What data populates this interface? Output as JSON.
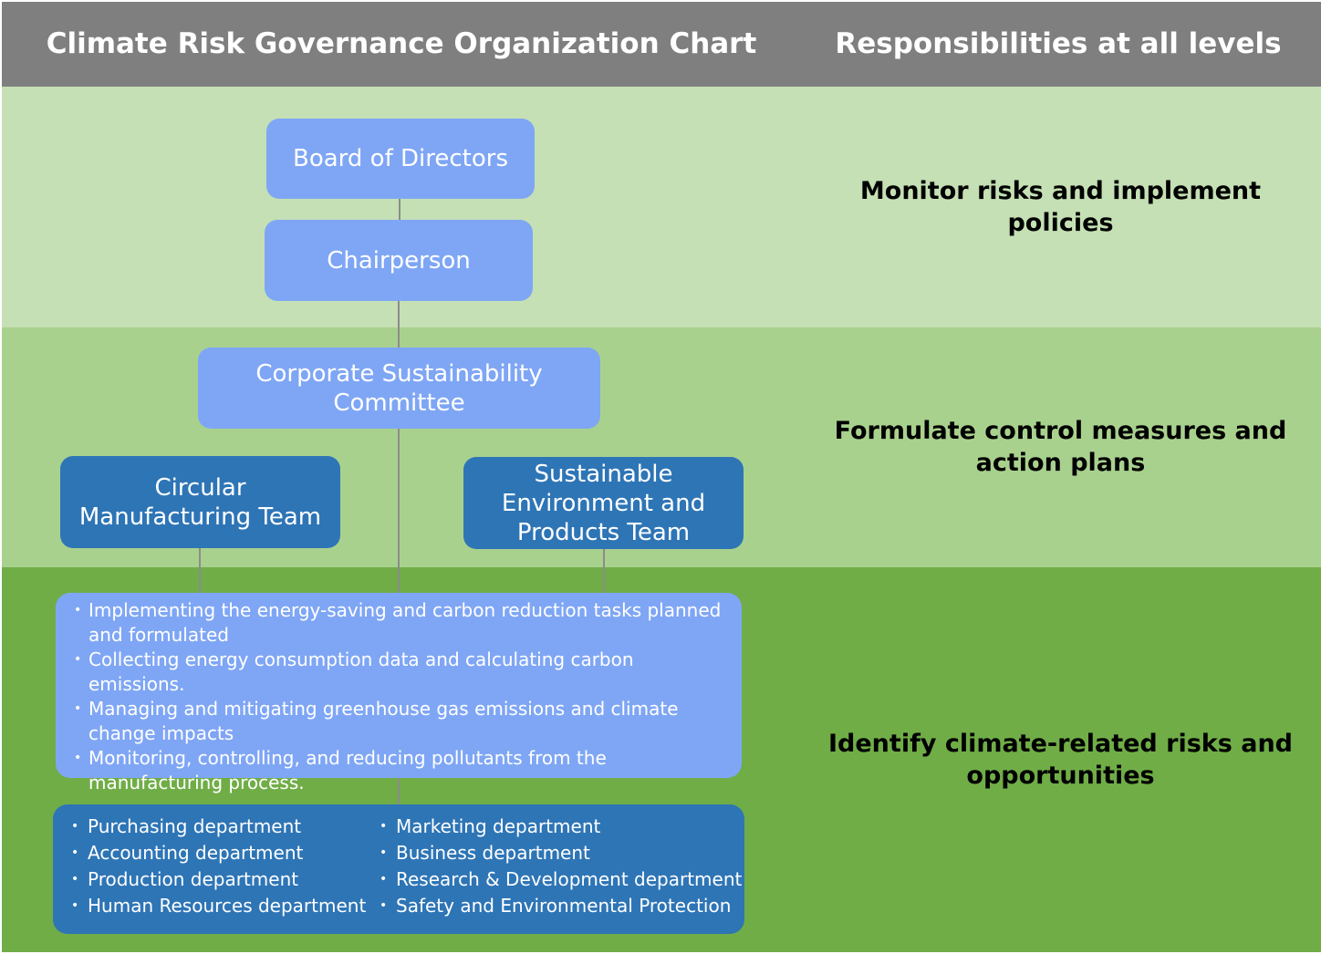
{
  "header": {
    "chart_title": "Climate Risk Governance Organization Chart",
    "responsibilities_title": "Responsibilities at all levels"
  },
  "nodes": {
    "board": "Board of Directors",
    "chair": "Chairperson",
    "committee": "Corporate Sustainability Committee",
    "circular_team": "Circular Manufacturing Team",
    "sustainable_team": "Sustainable Environment and Products Team"
  },
  "responsibilities": {
    "level_1": "Monitor risks and implement policies",
    "level_2": "Formulate control measures and action plans",
    "level_3": "Identify climate-related risks and opportunities"
  },
  "tasks": [
    "Implementing the energy-saving and carbon reduction tasks planned and formulated",
    "Collecting energy consumption data and calculating carbon emissions.",
    "Managing and mitigating greenhouse gas emissions and climate change impacts",
    "Monitoring, controlling, and reducing pollutants from the manufacturing process."
  ],
  "departments": {
    "left": [
      "Purchasing department",
      "Accounting department",
      "Production department",
      "Human Resources department"
    ],
    "right": [
      "Marketing department",
      "Business department",
      "Research & Development department",
      "Safety and Environmental Protection"
    ]
  },
  "colors": {
    "header": "#7f7f7f",
    "band_1": "#c5e0b4",
    "band_2": "#a9d18e",
    "band_3": "#70ad47",
    "node_light": "#7fa6f5",
    "node_dark": "#2e75b6"
  }
}
